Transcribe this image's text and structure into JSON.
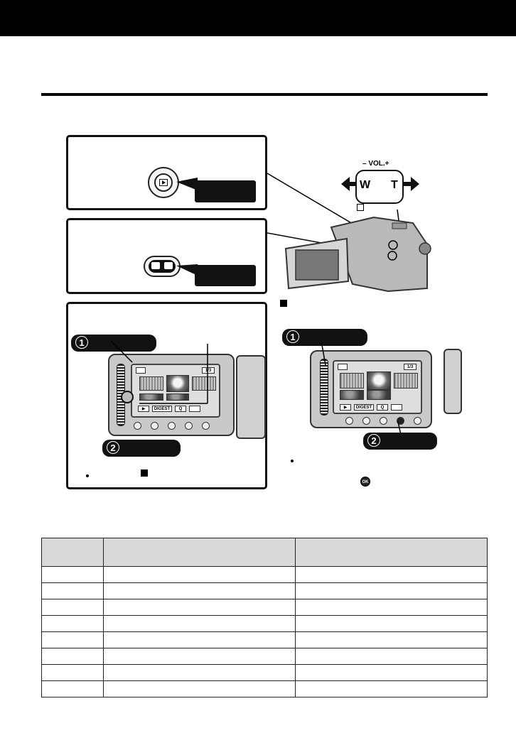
{
  "header": {
    "bar_color": "#000000"
  },
  "top_panel_1": {
    "button_icon": "playback-button-icon",
    "callout": ""
  },
  "top_panel_2": {
    "button_icon": "video-photo-mode-icon",
    "callout": ""
  },
  "left_panel": {
    "step1": "1",
    "step2": "2",
    "note_icon": "square-mark-icon"
  },
  "camera": {
    "zoom_label": "– VOL.+",
    "wide": "W",
    "tele": "T",
    "note_icon": "square-mark-icon"
  },
  "right_panel": {
    "step1": "1",
    "step2": "2",
    "ok_icon": "OK"
  },
  "screen": {
    "counter_left": "1/3",
    "counter_right": "1/3",
    "digest_label": "DIGEST"
  },
  "table": {
    "columns": 3,
    "rows": 8
  },
  "colors": {
    "panel_border": "#111111",
    "header_fill": "#d9d9d9",
    "label_fill": "#111111"
  }
}
